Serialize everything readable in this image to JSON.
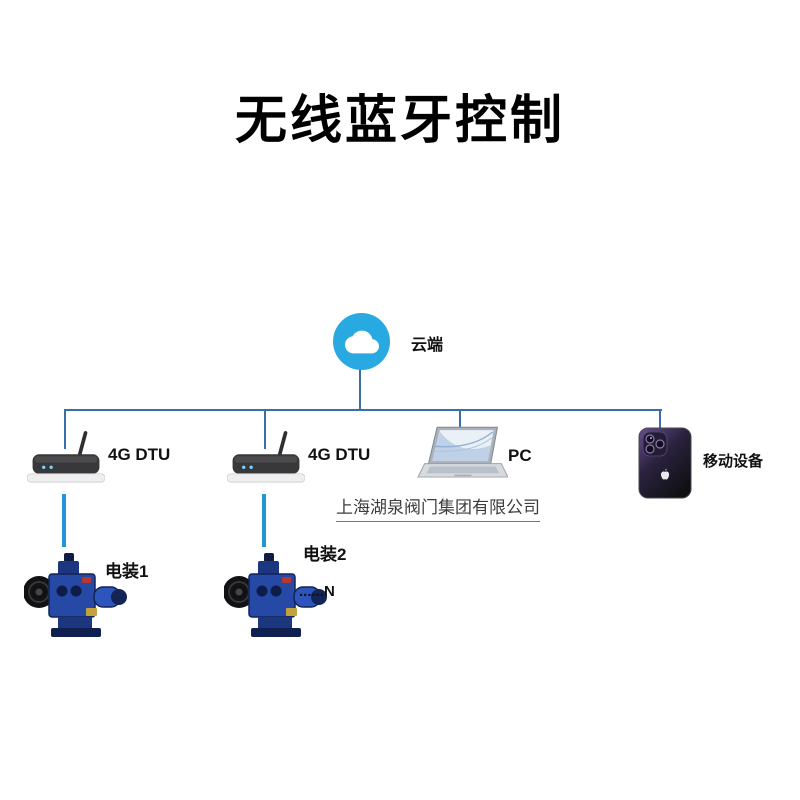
{
  "title": "无线蓝牙控制",
  "cloud": {
    "label": "云端"
  },
  "devices": {
    "dtu1": {
      "label": "4G DTU"
    },
    "dtu2": {
      "label": "4G DTU"
    },
    "pc": {
      "label": "PC"
    },
    "mobile": {
      "label": "移动设备"
    }
  },
  "actuators": {
    "a1": {
      "label": "电装1"
    },
    "a2": {
      "label": "电装2",
      "sublabel": "......N"
    }
  },
  "watermark": "上海湖泉阀门集团有限公司",
  "icons": {
    "cloud": "cloud-icon",
    "dtu": "router-icon",
    "pc": "laptop-icon",
    "mobile": "smartphone-icon",
    "actuator": "electric-actuator-icon"
  },
  "colors": {
    "cloud_blue": "#29a9e1",
    "line_blue": "#3a6ea8",
    "connector_blue": "#2196d6",
    "actuator_blue": "#2649a5",
    "title_black": "#000000"
  }
}
